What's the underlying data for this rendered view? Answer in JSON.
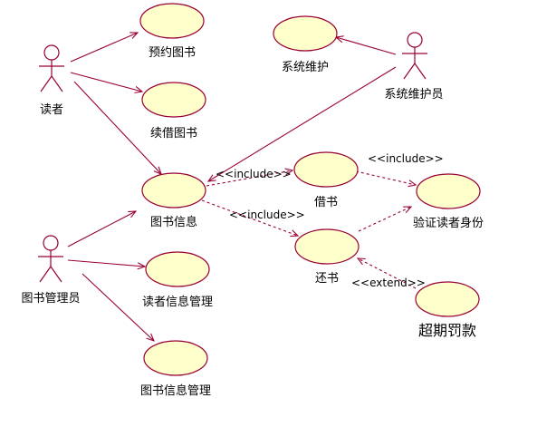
{
  "actors": {
    "reader": "读者",
    "sysadmin": "系统维护员",
    "librarian": "图书管理员"
  },
  "use_cases": {
    "reserve_book": "预约图书",
    "renew_book": "续借图书",
    "book_info": "图书信息",
    "borrow_book": "借书",
    "return_book": "还书",
    "verify_identity": "验证读者身份",
    "overdue_fine": "超期罚款",
    "reader_info_mgmt": "读者信息管理",
    "book_info_mgmt": "图书信息管理",
    "system_maintenance": "系统维护"
  },
  "stereotypes": {
    "include": "<<include>>",
    "extend": "<<extend>>"
  },
  "colors": {
    "line": "#990033",
    "usecase_fill": "#ffffcc"
  }
}
